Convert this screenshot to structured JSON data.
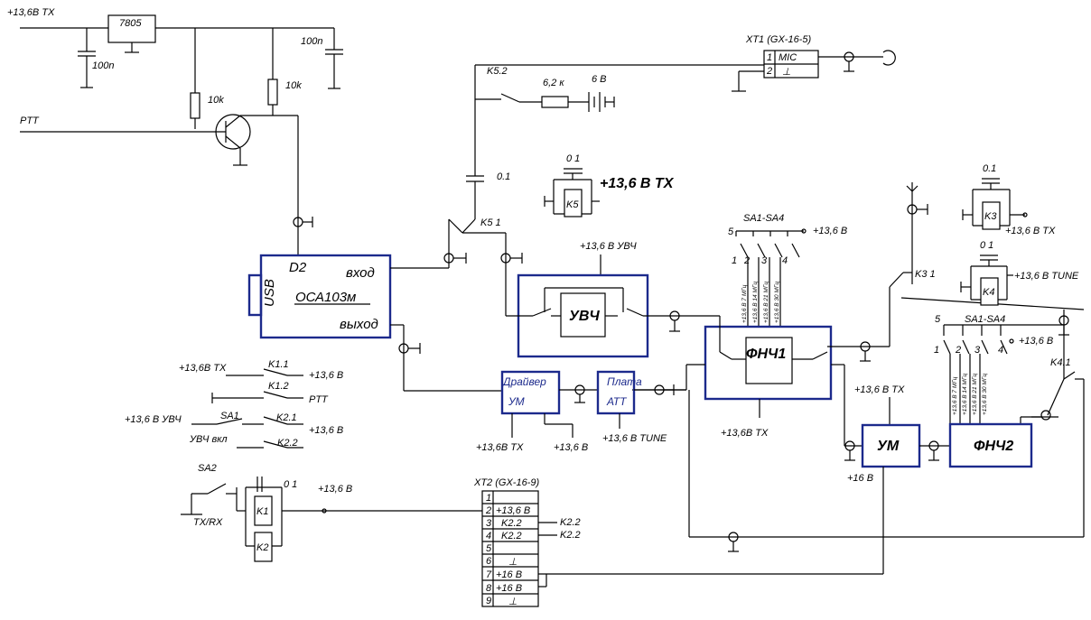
{
  "top_left": {
    "supply": "+13,6В TX",
    "regulator": "7805",
    "cap_in": "100n",
    "cap_out": "100n",
    "r1": "10k",
    "r2": "10k",
    "ptt": "PTT"
  },
  "d2": {
    "name": "D2",
    "usb": "USB",
    "model": "ОСА103м",
    "input": "вход",
    "output": "выход"
  },
  "k5": {
    "k52": "K5.2",
    "res": "6,2 к",
    "batt": "6 В",
    "cap": "0.1",
    "k51": "K5 1",
    "coil_cap": "0 1",
    "coil": "K5",
    "supply": "+13,6 В ТХ"
  },
  "xt1": {
    "title": "XT1 (GX-16-5)",
    "pin1": "1",
    "pin1_label": "MIC",
    "pin2": "2",
    "pin2_label": "⊥"
  },
  "uvch": {
    "name": "УВЧ",
    "supply": "+13,6 В УВЧ"
  },
  "sa_top": {
    "title": "SA1-SA4",
    "n5": "5",
    "n1": "1",
    "n2": "2",
    "n3": "3",
    "n4": "4",
    "supply": "+13,6 В",
    "bands": [
      "+13,6 В 7 МГц",
      "+13,6 В 14 МГц",
      "+13,6 В 21 МГц",
      "+13,6 В 30 МГц"
    ]
  },
  "fnch1": {
    "name": "ФНЧ1",
    "supply": "+13,6В ТХ"
  },
  "k3": {
    "cap": "0.1",
    "coil": "K3",
    "supply": "+13,6 В ТХ",
    "contact": "K3 1"
  },
  "k4": {
    "cap": "0 1",
    "coil": "K4",
    "supply": "+13,6 В TUNE",
    "contact": "K4.1"
  },
  "sa_right": {
    "title": "SA1-SA4",
    "n5": "5",
    "n1": "1",
    "n2": "2",
    "n3": "3",
    "n4": "4",
    "supply": "+13,6 В",
    "bands": [
      "+13,6 В 7 МГц",
      "+13,6 В 14 МГц",
      "+13,6 В 21 МГц",
      "+13,6 В 30 МГц"
    ]
  },
  "um": {
    "name": "УМ",
    "supply_top": "+13,6 В ТХ",
    "supply_bottom": "+16 В"
  },
  "fnch2": {
    "name": "ФНЧ2"
  },
  "driver": {
    "line1": "Драйвер",
    "line2": "УМ",
    "sup1": "+13,6В ТХ",
    "sup2": "+13,6 В"
  },
  "att": {
    "line1": "Плата",
    "line2": "АТТ",
    "supply": "+13,6 В TUNE"
  },
  "relays": {
    "k11": "K1.1",
    "k11_left": "+13,6В ТХ",
    "k11_right": "+13,6 В",
    "k12": "K1.2",
    "k12_right": "PTT",
    "sa1": "SA1",
    "sa1_left": "+13,6 В УВЧ",
    "k21": "K2.1",
    "k21_right": "+13,6 В",
    "uvch_on": "УВЧ вкл",
    "k22": "K2.2"
  },
  "sa2": {
    "name": "SA2",
    "txrx": "TX/RX",
    "cap": "0 1",
    "coil1": "K1",
    "coil2": "K2",
    "supply": "+13,6 В"
  },
  "xt2": {
    "title": "XT2 (GX-16-9)",
    "rows": [
      {
        "n": "1",
        "label": ""
      },
      {
        "n": "2",
        "label": "+13,6 В"
      },
      {
        "n": "3",
        "label": "K2.2"
      },
      {
        "n": "4",
        "label": "K2.2"
      },
      {
        "n": "5",
        "label": ""
      },
      {
        "n": "6",
        "label": "⊥"
      },
      {
        "n": "7",
        "label": "+16 В"
      },
      {
        "n": "8",
        "label": "+16 В"
      },
      {
        "n": "9",
        "label": "⊥"
      }
    ],
    "out3": "K2.2",
    "out4": "K2.2"
  }
}
